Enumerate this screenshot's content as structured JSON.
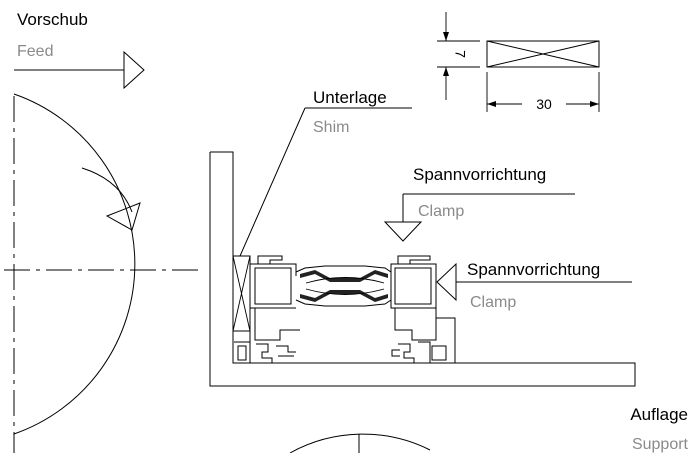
{
  "labels": {
    "feed": {
      "de": "Vorschub",
      "en": "Feed"
    },
    "shim": {
      "de": "Unterlage",
      "en": "Shim"
    },
    "clamp_top": {
      "de": "Spannvorrichtung",
      "en": "Clamp"
    },
    "clamp_side": {
      "de": "Spannvorrichtung",
      "en": "Clamp"
    },
    "support": {
      "de": "Auflage",
      "en": "Support"
    }
  },
  "dimensions": {
    "height": "7",
    "width": "30"
  }
}
